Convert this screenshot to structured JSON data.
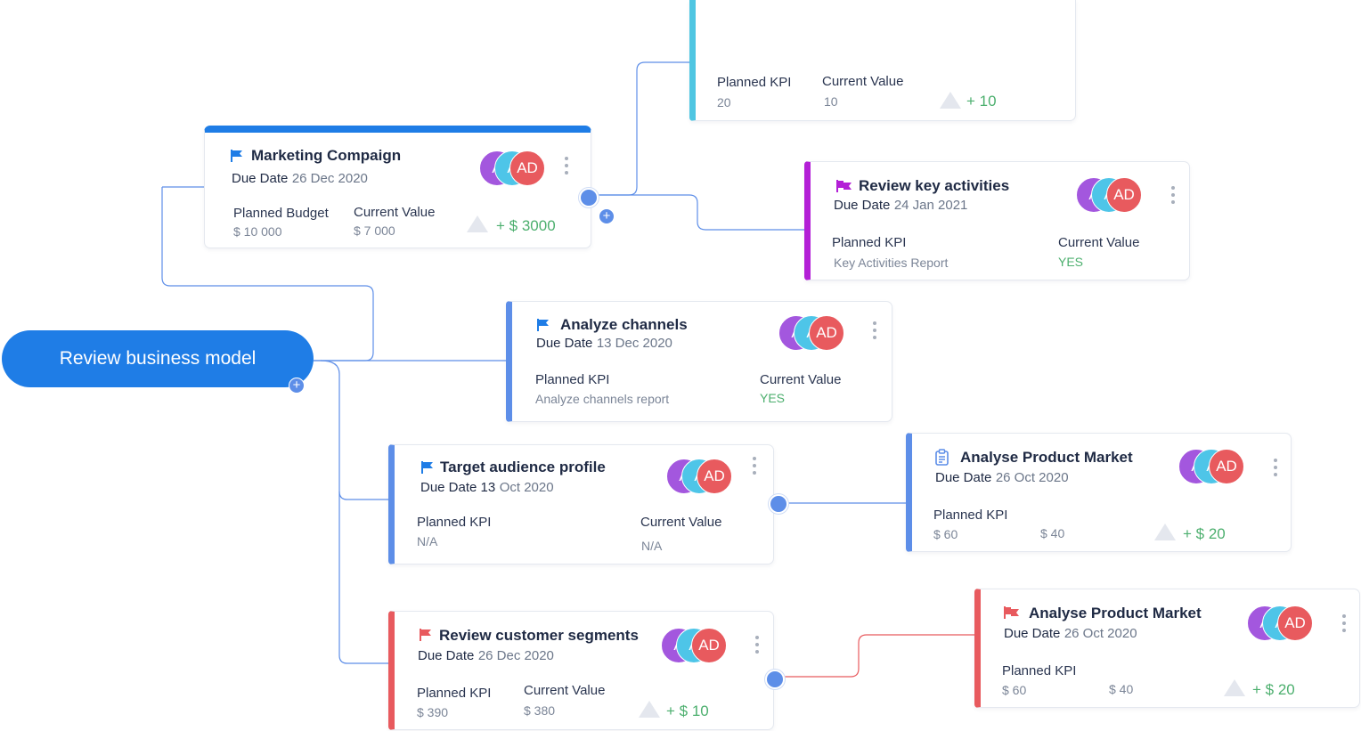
{
  "root": {
    "label": "Review business model"
  },
  "colors": {
    "primary": "#1f7de6",
    "blue_accent": "#5d8ee8",
    "teal_accent": "#4fc6e2",
    "purple_accent": "#b31fd6",
    "red_accent": "#e85a5e",
    "positive": "#4caf6e"
  },
  "avatars": {
    "a1": "A",
    "a2": "A",
    "a3": "AD"
  },
  "cards": {
    "kpi_top": {
      "planned_label": "Planned KPI",
      "planned_value": "20",
      "current_label": "Current Value",
      "current_value": "10",
      "delta": "+ 10"
    },
    "marketing": {
      "title": "Marketing Compaign",
      "due_label": "Due Date",
      "due_value": "26 Dec 2020",
      "planned_label": "Planned Budget",
      "planned_value": "$ 10 000",
      "current_label": "Current Value",
      "current_value": "$ 7 000",
      "delta": "+ $ 3000",
      "flag": "blue-flag-icon"
    },
    "review_key": {
      "title": "Review key activities",
      "due_label": "Due Date",
      "due_value": "24 Jan 2021",
      "planned_label": "Planned KPI",
      "planned_value": "Key Activities Report",
      "current_label": "Current Value",
      "current_value": "YES",
      "flag": "purple-flag-icon"
    },
    "analyze_channels": {
      "title": "Analyze channels",
      "due_label": "Due Date",
      "due_value": "13 Dec 2020",
      "planned_label": "Planned KPI",
      "planned_value": "Analyze channels report",
      "current_label": "Current Value",
      "current_value": "YES",
      "flag": "blue-flag-icon"
    },
    "target_audience": {
      "title": "Target audience profile",
      "due_label": "Due Date 13",
      "due_value": "Oct 2020",
      "planned_label": "Planned KPI",
      "planned_value": "N/A",
      "current_label": "Current Value",
      "current_value": "N/A",
      "flag": "blue-flag-icon"
    },
    "analyse_market_1": {
      "title": "Analyse Product Market",
      "due_label": "Due Date",
      "due_value": "26 Oct 2020",
      "planned_label": "Planned KPI",
      "planned_value": "$ 60",
      "current_value": "$ 40",
      "delta": "+ $ 20",
      "flag": "clipboard-icon"
    },
    "review_segments": {
      "title": "Review customer segments",
      "due_label": "Due Date",
      "due_value": "26 Dec 2020",
      "planned_label": "Planned KPI",
      "planned_value": "$ 390",
      "current_label": "Current Value",
      "current_value": "$ 380",
      "delta": "+ $ 10",
      "flag": "red-flag-icon"
    },
    "analyse_market_2": {
      "title": "Analyse Product Market",
      "due_label": "Due Date",
      "due_value": "26 Oct 2020",
      "planned_label": "Planned KPI",
      "planned_value": "$ 60",
      "current_value": "$ 40",
      "delta": "+ $ 20",
      "flag": "red-flag-icon"
    }
  }
}
